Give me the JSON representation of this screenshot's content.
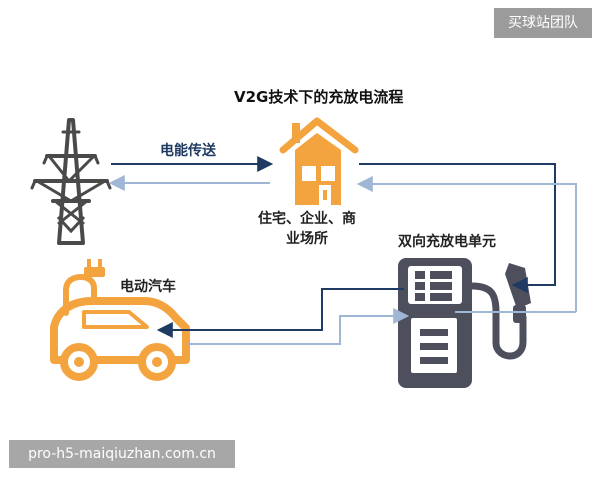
{
  "badge": "买球站团队",
  "footer_url": "pro-h5-maiqiuzhan.com.cn",
  "diagram": {
    "title": "V2G技术下的充放电流程",
    "flow_label": "电能传送",
    "residence_label": "住宅、企业、商业场所",
    "ev_label": "电动汽车",
    "charger_label": "双向充放电单元"
  },
  "icons": {
    "tower": "transmission-tower-icon",
    "house": "house-icon",
    "car": "electric-car-icon",
    "charger": "charging-station-icon"
  },
  "colors": {
    "dark_arrow": "#1f3a63",
    "light_arrow": "#9fb7d4",
    "orange": "#f3a43f",
    "gray_icon": "#4d4f5c"
  }
}
